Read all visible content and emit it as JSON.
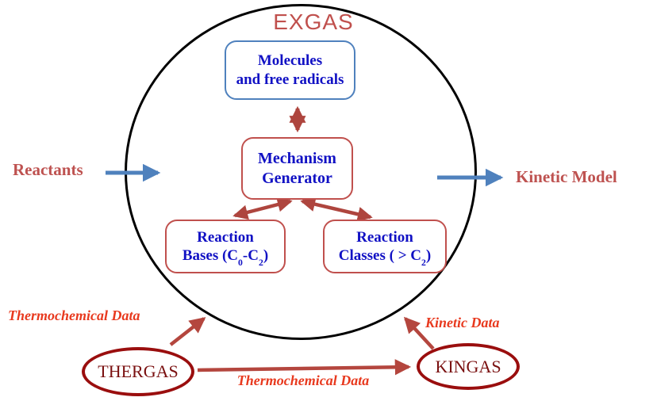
{
  "title": {
    "label": "EXGAS"
  },
  "io": {
    "input_label": "Reactants",
    "output_label": "Kinetic Model"
  },
  "boxes": {
    "molecules": {
      "line1": "Molecules",
      "line2": "and free radicals"
    },
    "mechanism": {
      "line1": "Mechanism",
      "line2": "Generator"
    },
    "reaction_bases": {
      "line1": "Reaction",
      "line2_pre": "Bases (C",
      "line2_sub1": "0",
      "line2_mid": "-C",
      "line2_sub2": "2",
      "line2_post": ")"
    },
    "reaction_classes": {
      "line1": "Reaction",
      "line2_pre": "Classes ( > C",
      "line2_sub1": "2",
      "line2_post": ")"
    }
  },
  "tools": {
    "thergas_label": "THERGAS",
    "kingas_label": "KINGAS"
  },
  "data_flows": {
    "thermo_to_circle": "Thermochemical Data",
    "kinetic_to_circle": "Kinetic Data",
    "thermo_to_kingas": "Thermochemical Data"
  },
  "colors": {
    "accent_red": "#C0504D",
    "arrow_blue": "#4F81BD",
    "arrow_dark_red": "#AE453E",
    "ellipse_maroon": "#9A0E0E",
    "box_text_blue": "#1111C4",
    "label_red_orange": "#E8391E",
    "circle_stroke": "#000000"
  }
}
